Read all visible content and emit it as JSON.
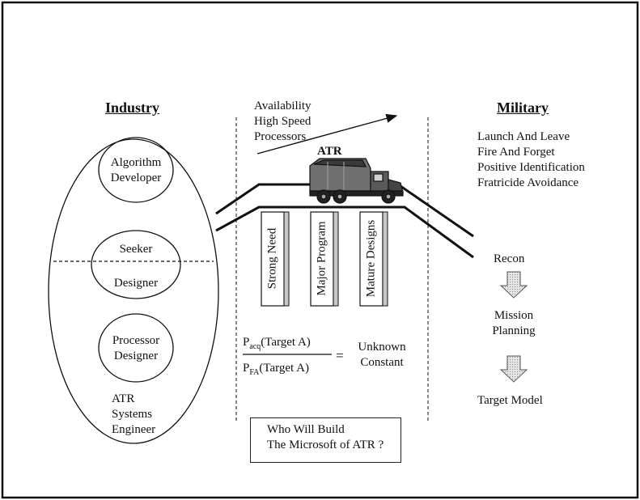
{
  "industry": {
    "title": "Industry",
    "roles": {
      "algorithm_line1": "Algorithm",
      "algorithm_line2": "Developer",
      "seeker_top": "Seeker",
      "seeker_bottom": "Designer",
      "processor_line1": "Processor",
      "processor_line2": "Designer",
      "systems_line1": "ATR",
      "systems_line2": "Systems",
      "systems_line3": "Engineer"
    }
  },
  "middle": {
    "availability_line1": "Availability",
    "availability_line2": "High Speed",
    "availability_line3": "Processors",
    "atr_label": "ATR",
    "pillars": [
      "Strong Need",
      "Major Program",
      "Mature Designs"
    ],
    "ratio": {
      "numerator_p": "P",
      "numerator_sub": "acq",
      "numerator_text": "(Target A)",
      "denominator_p": "P",
      "denominator_sub": "FA",
      "denominator_text": "(Target A)",
      "equals": "=",
      "result_line1": "Unknown",
      "result_line2": "Constant"
    },
    "question_line1": "Who Will Build",
    "question_line2": "The Microsoft of ATR ?"
  },
  "military": {
    "title": "Military",
    "goals": [
      "Launch And Leave",
      "Fire And Forget",
      "Positive Identification",
      "Fratricide Avoidance"
    ],
    "flow": {
      "step1": "Recon",
      "step2_line1": "Mission",
      "step2_line2": "Planning",
      "step3": "Target Model"
    }
  },
  "colors": {
    "line": "#111111",
    "arrow_fill": "#bdbdbd",
    "pillar_shadow": "#c8c8c8"
  }
}
